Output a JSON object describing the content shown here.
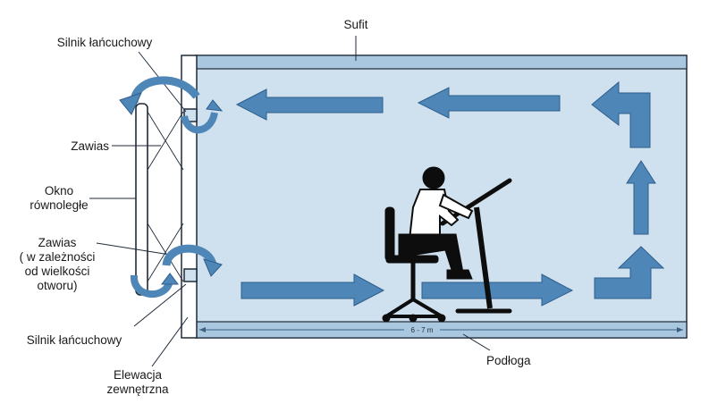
{
  "labels": {
    "ceiling": "Sufit",
    "floor": "Podłoga",
    "chain_motor_top": "Silnik łańcuchowy",
    "hinge_top": "Zawias",
    "window_line1": "Okno",
    "window_line2": "równoległe",
    "hinge_bottom_line1": "Zawias",
    "hinge_bottom_line2": "( w zależności",
    "hinge_bottom_line3": "od wielkości",
    "hinge_bottom_line4": "otworu)",
    "chain_motor_bottom": "Silnik łańcuchowy",
    "elevation_line1": "Elewacja",
    "elevation_line2": "zewnętrzna",
    "dimension": "6 - 7 m"
  },
  "colors": {
    "room_fill": "#cfe1ee",
    "arrow_fill": "#4f86b8",
    "arrow_stroke": "#2d5e8c",
    "outline": "#1f2a38",
    "silhouette": "#0d0d0d"
  },
  "icons": {
    "person": "seated-person-at-drafting-table-icon"
  }
}
